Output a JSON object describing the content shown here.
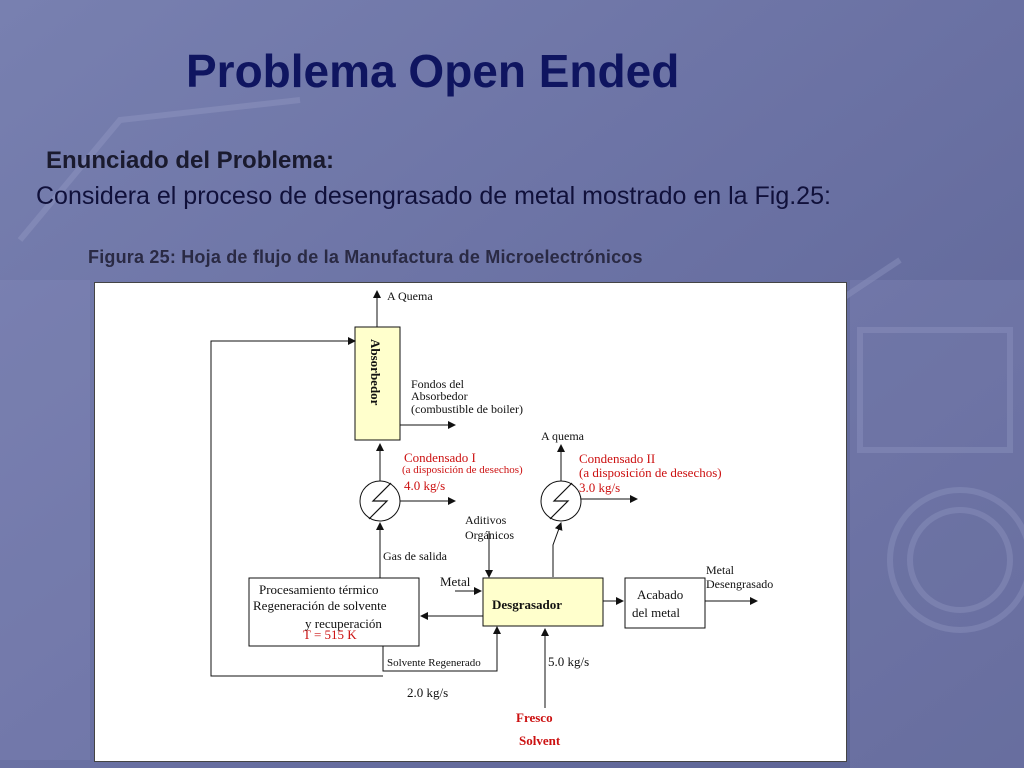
{
  "slide": {
    "title": "Problema Open Ended",
    "subtitle": "Enunciado del Problema:",
    "statement": "Considera  el proceso de desengrasado de metal mostrado en la Fig.25:",
    "figure_caption": "Figura 25: Hoja de flujo de la Manufactura de Microelectrónicos"
  },
  "diagram": {
    "absorbedor": "Absorbedor",
    "a_quema_top": "A Quema",
    "fondos": [
      "Fondos del",
      "Absorbedor",
      "(combustible de boiler)"
    ],
    "a_quema_right": "A quema",
    "condensado1": {
      "title": "Condensado I",
      "note": "(a disposición de desechos)",
      "rate": "4.0 kg/s"
    },
    "condensado2": {
      "title": "Condensado II",
      "note": "(a disposición de desechos)",
      "rate": "3.0 kg/s"
    },
    "aditivos": [
      "Aditivos",
      "Orgánicos"
    ],
    "gas_salida": "Gas de salida",
    "metal_in": "Metal",
    "metal_out": [
      "Metal",
      "Desengrasado"
    ],
    "procesamiento": [
      "Procesamiento térmico",
      "Regeneración de solvente",
      "y recuperación"
    ],
    "temperature": "T = 515 K",
    "desgrasador": "Desgrasador",
    "acabado": [
      "Acabado",
      "del metal"
    ],
    "solvente_regenerado": "Solvente Regenerado",
    "rate_5": "5.0 kg/s",
    "rate_2": "2.0 kg/s",
    "fresco": [
      "Fresco",
      "Solvent"
    ]
  },
  "colors": {
    "title": "#0f1560",
    "red_text": "#cc1111",
    "background": "#6f76a6"
  }
}
